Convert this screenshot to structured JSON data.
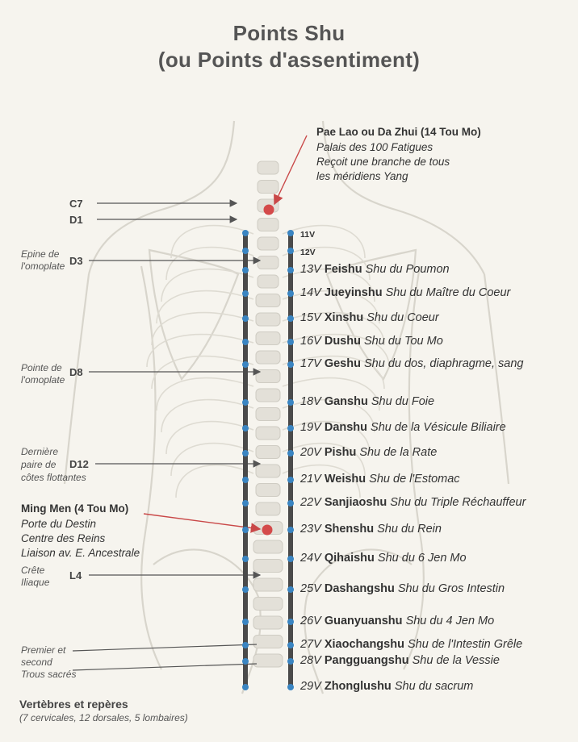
{
  "title": {
    "line1": "Points Shu",
    "line2": "(ou Points d'assentiment)"
  },
  "top_note": {
    "heading": "Pae Lao ou Da Zhui (14 Tou Mo)",
    "lines": [
      "Palais des 100 Fatigues",
      "Reçoit une branche de tous",
      "les méridiens Yang"
    ]
  },
  "ming_men": {
    "heading": "Ming Men (4 Tou Mo)",
    "lines": [
      "Porte du Destin",
      "Centre des Reins",
      "Liaison av. E. Ancestrale"
    ]
  },
  "vertebrae": [
    "C7",
    "D1",
    "D3",
    "D8",
    "D12",
    "L4"
  ],
  "landmarks": {
    "epine": [
      "Epine de",
      "l'omoplate"
    ],
    "pointe": [
      "Pointe de",
      "l'omoplate"
    ],
    "derniere": [
      "Dernière",
      "paire de",
      "côtes flottantes"
    ],
    "crete": [
      "Crête",
      "Iliaque"
    ],
    "sacres": [
      "Premier et",
      "second",
      "Trous sacrés"
    ]
  },
  "footer": {
    "title": "Vertèbres et repères",
    "sub": "(7 cervicales, 12 dorsales, 5 lombaires)"
  },
  "points": [
    {
      "num": "11V",
      "name": "",
      "shu": ""
    },
    {
      "num": "12V",
      "name": "",
      "shu": ""
    },
    {
      "num": "13V",
      "name": "Feishu",
      "shu": "Shu du Poumon"
    },
    {
      "num": "14V",
      "name": "Jueyinshu",
      "shu": "Shu du Maître du Coeur"
    },
    {
      "num": "15V",
      "name": "Xinshu",
      "shu": "Shu du Coeur"
    },
    {
      "num": "16V",
      "name": "Dushu",
      "shu": "Shu du Tou Mo"
    },
    {
      "num": "17V",
      "name": "Geshu",
      "shu": "Shu du dos, diaphragme, sang"
    },
    {
      "num": "18V",
      "name": "Ganshu",
      "shu": "Shu du Foie"
    },
    {
      "num": "19V",
      "name": "Danshu",
      "shu": "Shu de la Vésicule Biliaire"
    },
    {
      "num": "20V",
      "name": "Pishu",
      "shu": "Shu de la Rate"
    },
    {
      "num": "21V",
      "name": "Weishu",
      "shu": "Shu de l'Estomac"
    },
    {
      "num": "22V",
      "name": "Sanjiaoshu",
      "shu": "Shu du Triple Réchauffeur"
    },
    {
      "num": "23V",
      "name": "Shenshu",
      "shu": "Shu du Rein"
    },
    {
      "num": "24V",
      "name": "Qihaishu",
      "shu": "Shu du 6 Jen Mo"
    },
    {
      "num": "25V",
      "name": "Dashangshu",
      "shu": "Shu du Gros Intestin"
    },
    {
      "num": "26V",
      "name": "Guanyuanshu",
      "shu": "Shu du 4 Jen Mo"
    },
    {
      "num": "27V",
      "name": "Xiaochangshu",
      "shu": "Shu de l'Intestin Grêle"
    },
    {
      "num": "28V",
      "name": "Pangguangshu",
      "shu": "Shu de la Vessie"
    },
    {
      "num": "29V",
      "name": "Zhonglushu",
      "shu": "Shu du sacrum"
    }
  ],
  "colors": {
    "meridian": "#4a4a4a",
    "point": "#3a85c2",
    "special": "#d44a4a",
    "body": "#d6d3cb"
  }
}
